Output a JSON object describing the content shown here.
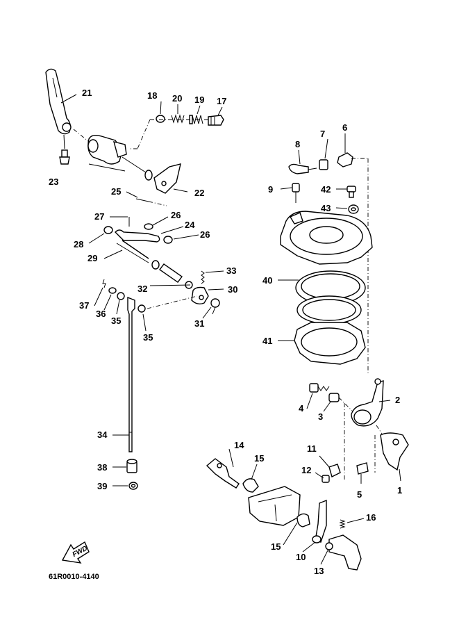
{
  "diagram": {
    "callouts": [
      {
        "id": "c21",
        "label": "21"
      },
      {
        "id": "c23",
        "label": "23"
      },
      {
        "id": "c18",
        "label": "18"
      },
      {
        "id": "c20",
        "label": "20"
      },
      {
        "id": "c19",
        "label": "19"
      },
      {
        "id": "c17",
        "label": "17"
      },
      {
        "id": "c22",
        "label": "22"
      },
      {
        "id": "c25",
        "label": "25"
      },
      {
        "id": "c27",
        "label": "27"
      },
      {
        "id": "c26a",
        "label": "26"
      },
      {
        "id": "c24",
        "label": "24"
      },
      {
        "id": "c28",
        "label": "28"
      },
      {
        "id": "c26b",
        "label": "26"
      },
      {
        "id": "c29",
        "label": "29"
      },
      {
        "id": "c33",
        "label": "33"
      },
      {
        "id": "c32",
        "label": "32"
      },
      {
        "id": "c30",
        "label": "30"
      },
      {
        "id": "c37",
        "label": "37"
      },
      {
        "id": "c36",
        "label": "36"
      },
      {
        "id": "c35a",
        "label": "35"
      },
      {
        "id": "c31",
        "label": "31"
      },
      {
        "id": "c35b",
        "label": "35"
      },
      {
        "id": "c34",
        "label": "34"
      },
      {
        "id": "c38",
        "label": "38"
      },
      {
        "id": "c39",
        "label": "39"
      },
      {
        "id": "c8",
        "label": "8"
      },
      {
        "id": "c7",
        "label": "7"
      },
      {
        "id": "c6",
        "label": "6"
      },
      {
        "id": "c9",
        "label": "9"
      },
      {
        "id": "c42",
        "label": "42"
      },
      {
        "id": "c43",
        "label": "43"
      },
      {
        "id": "c40",
        "label": "40"
      },
      {
        "id": "c41",
        "label": "41"
      },
      {
        "id": "c2",
        "label": "2"
      },
      {
        "id": "c4",
        "label": "4"
      },
      {
        "id": "c3",
        "label": "3"
      },
      {
        "id": "c14",
        "label": "14"
      },
      {
        "id": "c15a",
        "label": "15"
      },
      {
        "id": "c11",
        "label": "11"
      },
      {
        "id": "c12",
        "label": "12"
      },
      {
        "id": "c5",
        "label": "5"
      },
      {
        "id": "c1",
        "label": "1"
      },
      {
        "id": "c16",
        "label": "16"
      },
      {
        "id": "c15b",
        "label": "15"
      },
      {
        "id": "c10",
        "label": "10"
      },
      {
        "id": "c13",
        "label": "13"
      }
    ],
    "fwd_label": "FWD",
    "drawing_code": "61R0010-4140"
  }
}
